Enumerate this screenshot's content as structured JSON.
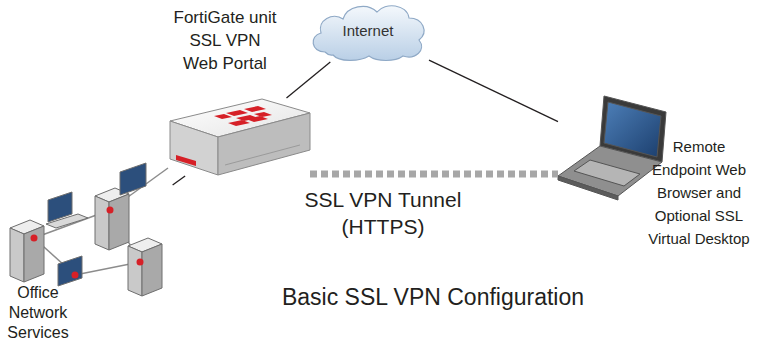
{
  "diagram": {
    "caption": "Basic SSL VPN Configuration",
    "nodes": [
      {
        "text": [
          "Internet"
        ]
      },
      {
        "text": [
          "FortiGate unit SSL VPN Web Portal"
        ]
      },
      {
        "text": [
          "Remote Endpoint Web Browser and Optional SSL Virtual Desktop"
        ]
      },
      {
        "text": [
          "Office Network Services"
        ]
      }
    ],
    "edges": [
      {
        "from": 1,
        "to": 0,
        "arrow": "none"
      },
      {
        "from": 0,
        "to": 2,
        "arrow": "none"
      },
      {
        "from": 1,
        "to": 2,
        "label": "SSL VPN Tunnel (HTTPS)",
        "arrow": "none"
      },
      {
        "from": 1,
        "to": 3,
        "arrow": "none"
      }
    ]
  }
}
